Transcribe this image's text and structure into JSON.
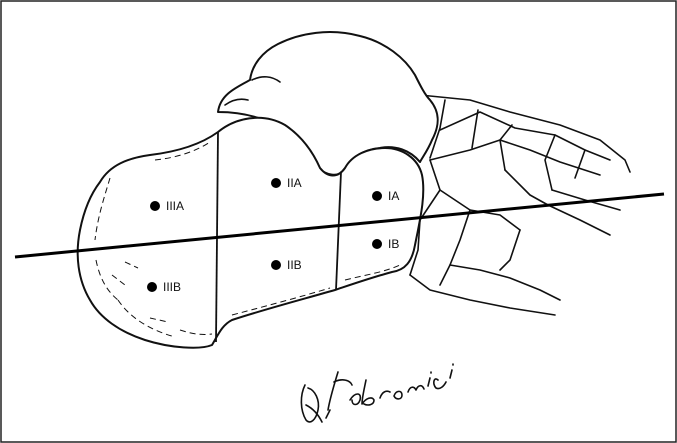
{
  "diagram": {
    "zones": [
      {
        "id": "IIIA",
        "label": "IIIA"
      },
      {
        "id": "IIIB",
        "label": "IIIB"
      },
      {
        "id": "IIA",
        "label": "IIA"
      },
      {
        "id": "IIB",
        "label": "IIB"
      },
      {
        "id": "IA",
        "label": "IA"
      },
      {
        "id": "IB",
        "label": "IB"
      }
    ],
    "signature": "R.Fabronici"
  }
}
